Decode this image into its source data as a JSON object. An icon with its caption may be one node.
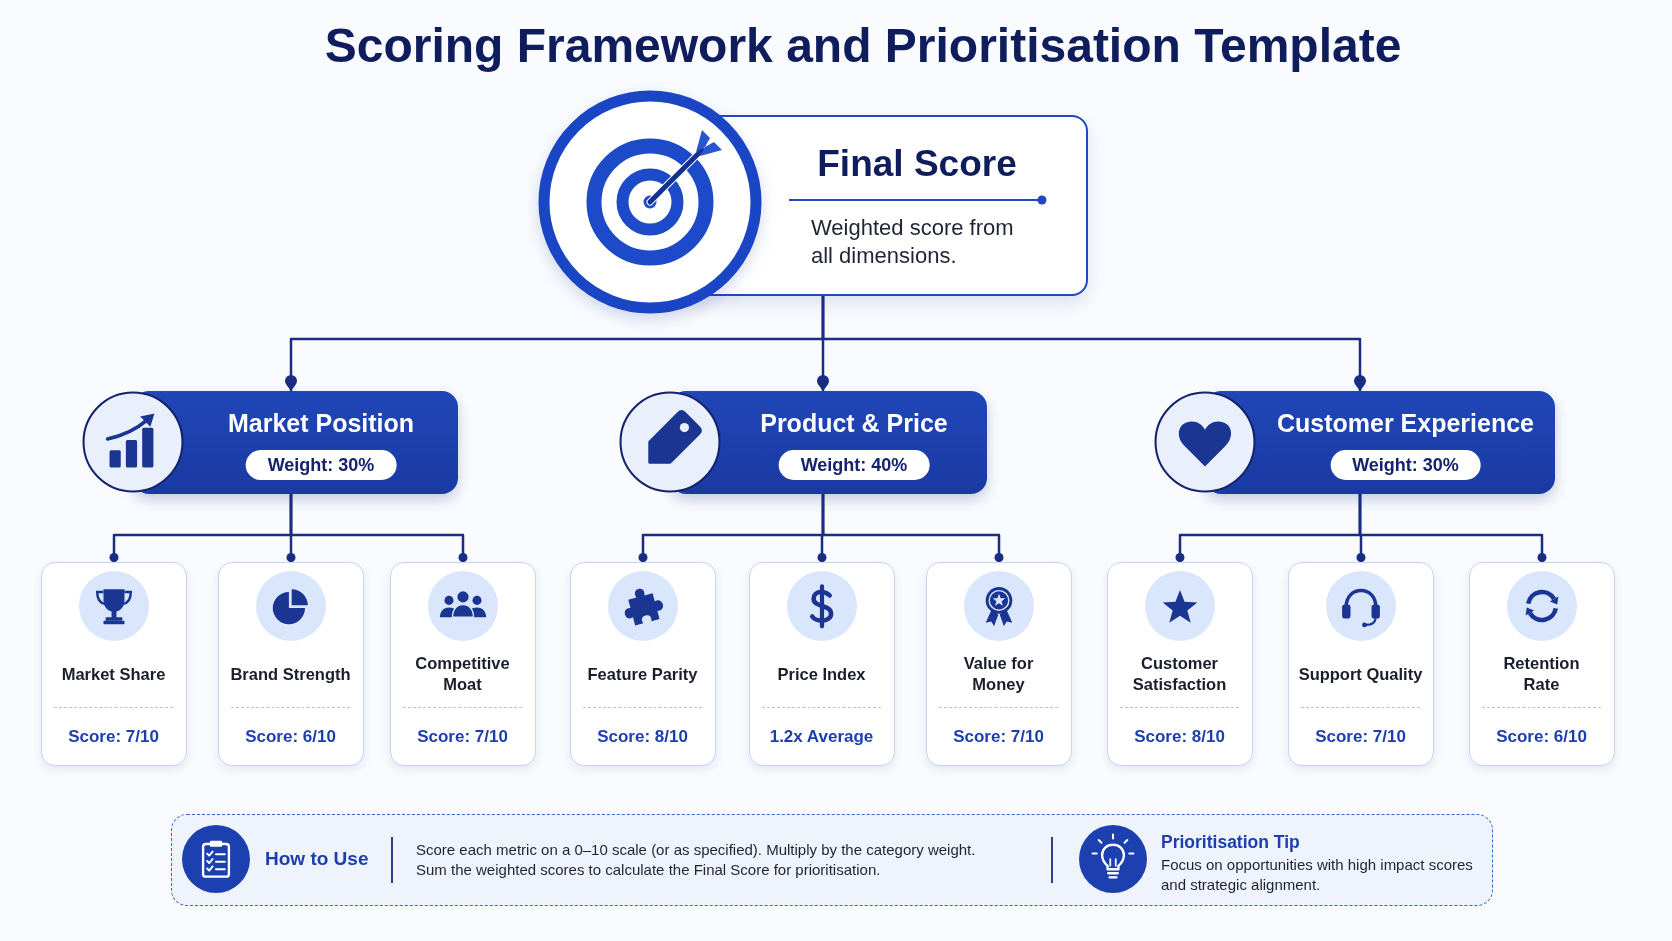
{
  "diagram": {
    "title": "Scoring Framework and Prioritisation Template",
    "nodes": [
      {
        "text": [
          "Final Score",
          "Weighted score from all dimensions."
        ]
      },
      {
        "text": [
          "Market Position",
          "Weight: 30%"
        ]
      },
      {
        "text": [
          "Product & Price",
          "Weight: 40%"
        ]
      },
      {
        "text": [
          "Customer Experience",
          "Weight: 30%"
        ]
      },
      {
        "text": [
          "Market Share",
          "Score: 7/10"
        ]
      },
      {
        "text": [
          "Brand Strength",
          "Score: 6/10"
        ]
      },
      {
        "text": [
          "Competitive Moat",
          "Score: 7/10"
        ]
      },
      {
        "text": [
          "Feature Parity",
          "Score: 8/10"
        ]
      },
      {
        "text": [
          "Price Index",
          "1.2x Average"
        ]
      },
      {
        "text": [
          "Value for Money",
          "Score: 7/10"
        ]
      },
      {
        "text": [
          "Customer Satisfaction",
          "Score: 8/10"
        ]
      },
      {
        "text": [
          "Support Quality",
          "Score: 7/10"
        ]
      },
      {
        "text": [
          "Retention Rate",
          "Score: 6/10"
        ]
      },
      {
        "text": [
          "How to Use",
          "Score each metric on a 0–10 scale (or as specified). Multiply by the category weight. Sum the weighted scores to calculate the Final Score for prioritisation.",
          "Prioritisation Tip",
          "Focus on opportunities with high impact scores and strategic alignment."
        ]
      }
    ],
    "edges": [
      {
        "from": 0,
        "to": 1,
        "arrow": "to"
      },
      {
        "from": 0,
        "to": 2,
        "arrow": "to"
      },
      {
        "from": 0,
        "to": 3,
        "arrow": "to"
      },
      {
        "from": 1,
        "to": 4,
        "arrow": "other"
      },
      {
        "from": 1,
        "to": 5,
        "arrow": "other"
      },
      {
        "from": 1,
        "to": 6,
        "arrow": "other"
      },
      {
        "from": 2,
        "to": 7,
        "arrow": "other"
      },
      {
        "from": 2,
        "to": 8,
        "arrow": "other"
      },
      {
        "from": 2,
        "to": 9,
        "arrow": "other"
      },
      {
        "from": 3,
        "to": 10,
        "arrow": "other"
      },
      {
        "from": 3,
        "to": 11,
        "arrow": "other"
      },
      {
        "from": 3,
        "to": 12,
        "arrow": "other"
      }
    ]
  }
}
